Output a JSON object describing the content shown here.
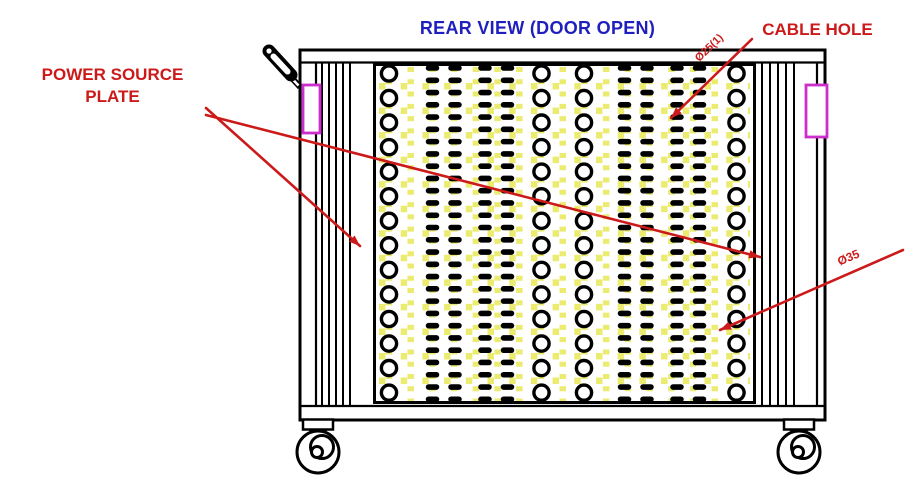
{
  "title": {
    "text": "REAR VIEW (DOOR OPEN)",
    "color": "#1f1fbe"
  },
  "annotations": {
    "color": "#cc1a1a",
    "cable_hole_label": "CABLE HOLE",
    "power_source_plate_label": "POWER SOURCE\nPLATE",
    "cable_hole_diameter": "Ø25(1)",
    "hole_diameter": "Ø35"
  },
  "drawing": {
    "background": "#ffffff",
    "line_color": "#000000",
    "leader_color": "#cc1a1a",
    "grommet_color": "#cc2fcc",
    "grid_color": "#ebeb70",
    "view": "rear, door open, on casters",
    "perforated_panel": {
      "circle_hole_columns": 4,
      "circle_hole_rows": 14,
      "slot_columns": 8,
      "slot_rows": 28
    },
    "parts": [
      "door-handle",
      "left-cable-grommet",
      "right-cable-grommet",
      "power-source-plate-left",
      "power-source-plate-right",
      "perforated-panel",
      "left-caster",
      "right-caster"
    ]
  }
}
